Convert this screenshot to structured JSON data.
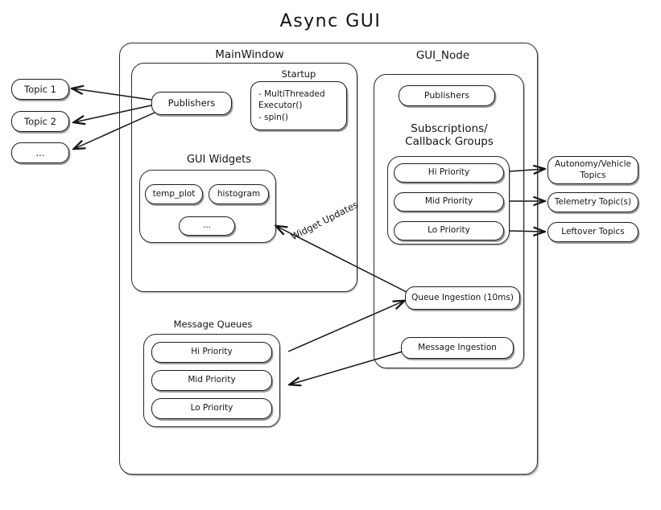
{
  "title": "Async GUI",
  "external_topics_left": [
    {
      "label": "Topic 1"
    },
    {
      "label": "Topic 2"
    },
    {
      "label": "..."
    }
  ],
  "external_topics_right": [
    {
      "label": "Autonomy/Vehicle\nTopics"
    },
    {
      "label": "Telemetry Topic(s)"
    },
    {
      "label": "Leftover Topics"
    }
  ],
  "main_window": {
    "caption": "MainWindow",
    "publishers": {
      "label": "Publishers"
    },
    "startup": {
      "caption": "Startup",
      "items": [
        "- MultiThreaded\n  Executor()",
        "- spin()"
      ],
      "text": "-  MultiThreaded\n   Executor()\n-  spin()"
    },
    "gui_widgets": {
      "caption": "GUI Widgets",
      "widgets": [
        {
          "label": "temp_plot"
        },
        {
          "label": "histogram"
        },
        {
          "label": "..."
        }
      ]
    }
  },
  "gui_node": {
    "caption": "GUI_Node",
    "publishers": {
      "label": "Publishers"
    },
    "subscriptions": {
      "caption": "Subscriptions/\nCallback Groups",
      "priorities": [
        {
          "label": "Hi Priority"
        },
        {
          "label": "Mid Priority"
        },
        {
          "label": "Lo Priority"
        }
      ]
    },
    "queue_ingestion": {
      "label": "Queue Ingestion (10ms)"
    },
    "message_ingestion": {
      "label": "Message Ingestion"
    }
  },
  "message_queues": {
    "caption": "Message Queues",
    "priorities": [
      {
        "label": "Hi Priority"
      },
      {
        "label": "Mid Priority"
      },
      {
        "label": "Lo Priority"
      }
    ]
  },
  "edge_labels": {
    "widget_updates": "Widget Updates"
  },
  "colors": {
    "stroke": "#141414",
    "fill": "#ffffff",
    "background": "#ffffff"
  }
}
